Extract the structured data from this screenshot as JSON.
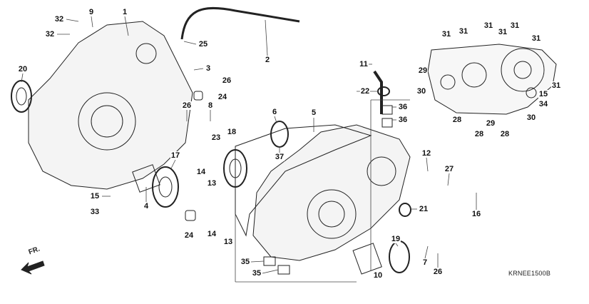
{
  "diagram": {
    "figure_code": "KRNEE1500B",
    "direction_label": "FR.",
    "part_labels": [
      "1",
      "9",
      "32",
      "32",
      "20",
      "25",
      "2",
      "3",
      "26",
      "24",
      "26",
      "8",
      "23",
      "18",
      "6",
      "5",
      "37",
      "17",
      "14",
      "13",
      "4",
      "15",
      "33",
      "24",
      "14",
      "13",
      "35",
      "35",
      "11",
      "22",
      "36",
      "36",
      "12",
      "27",
      "21",
      "16",
      "19",
      "10",
      "7",
      "26",
      "31",
      "31",
      "31",
      "31",
      "31",
      "31",
      "31",
      "29",
      "29",
      "30",
      "30",
      "28",
      "28",
      "28",
      "15",
      "34"
    ]
  }
}
